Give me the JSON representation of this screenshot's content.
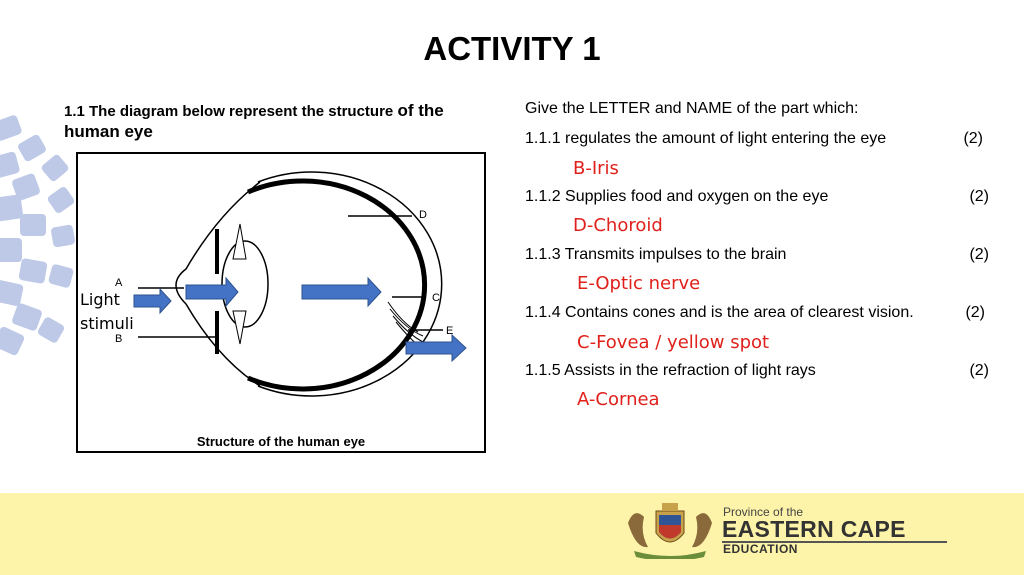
{
  "title": "ACTIVITY 1",
  "question": {
    "intro_part1": "1.1 The diagram below represent the structure ",
    "intro_part2": "of the human eye"
  },
  "diagram": {
    "caption": "Structure of the human eye",
    "labels": {
      "A": "A",
      "B": "B",
      "C": "C",
      "D": "D",
      "E": "E"
    },
    "stimuli_line1": "Light",
    "stimuli_line2": "stimuli",
    "arrow_color": "#4472c4"
  },
  "instruction": "Give the LETTER and NAME of the part which:",
  "questions": [
    {
      "text": "1.1.1 regulates the amount of light entering the eye",
      "marks": "(2)",
      "answer": "B-Iris"
    },
    {
      "text": "1.1.2 Supplies food and oxygen on the eye",
      "marks": "(2)",
      "answer": "D-Choroid"
    },
    {
      "text": "1.1.3 Transmits impulses to the brain",
      "marks": "(2)",
      "answer": "E-Optic nerve"
    },
    {
      "text": "1.1.4 Contains cones and is the area of clearest vision.",
      "marks": "(2)",
      "answer": "C-Fovea / yellow spot"
    },
    {
      "text": "1.1.5 Assists in the refraction of light rays",
      "marks": "(2)",
      "answer": "A-Cornea"
    }
  ],
  "answer_color": "#e0201b",
  "footer": {
    "logo_top": "Province of the",
    "logo_main": "EASTERN CAPE",
    "logo_sub": "EDUCATION",
    "background": "#fdf3a9"
  }
}
